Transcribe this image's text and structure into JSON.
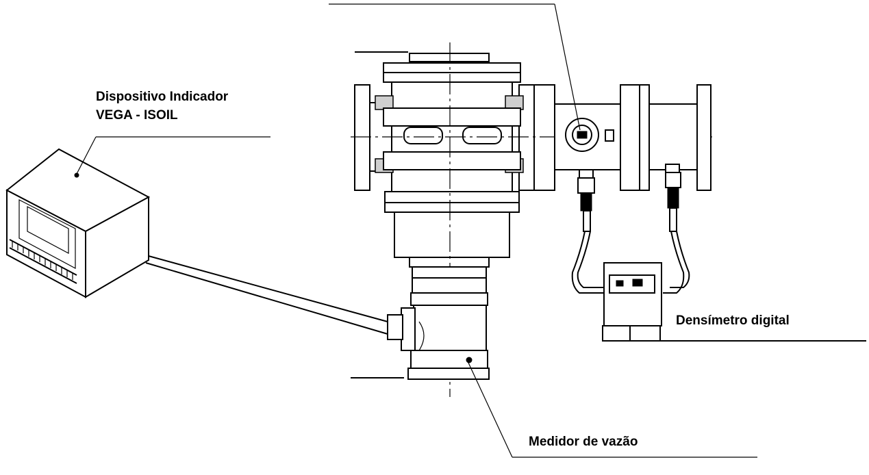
{
  "labels": {
    "indicator_line1": "Dispositivo Indicador",
    "indicator_line2": "VEGA - ISOIL",
    "densimeter": "Densímetro digital",
    "flowmeter": "Medidor de vazão"
  },
  "colors": {
    "line": "#000000",
    "background": "#ffffff",
    "shade": "#cfcfcf"
  }
}
